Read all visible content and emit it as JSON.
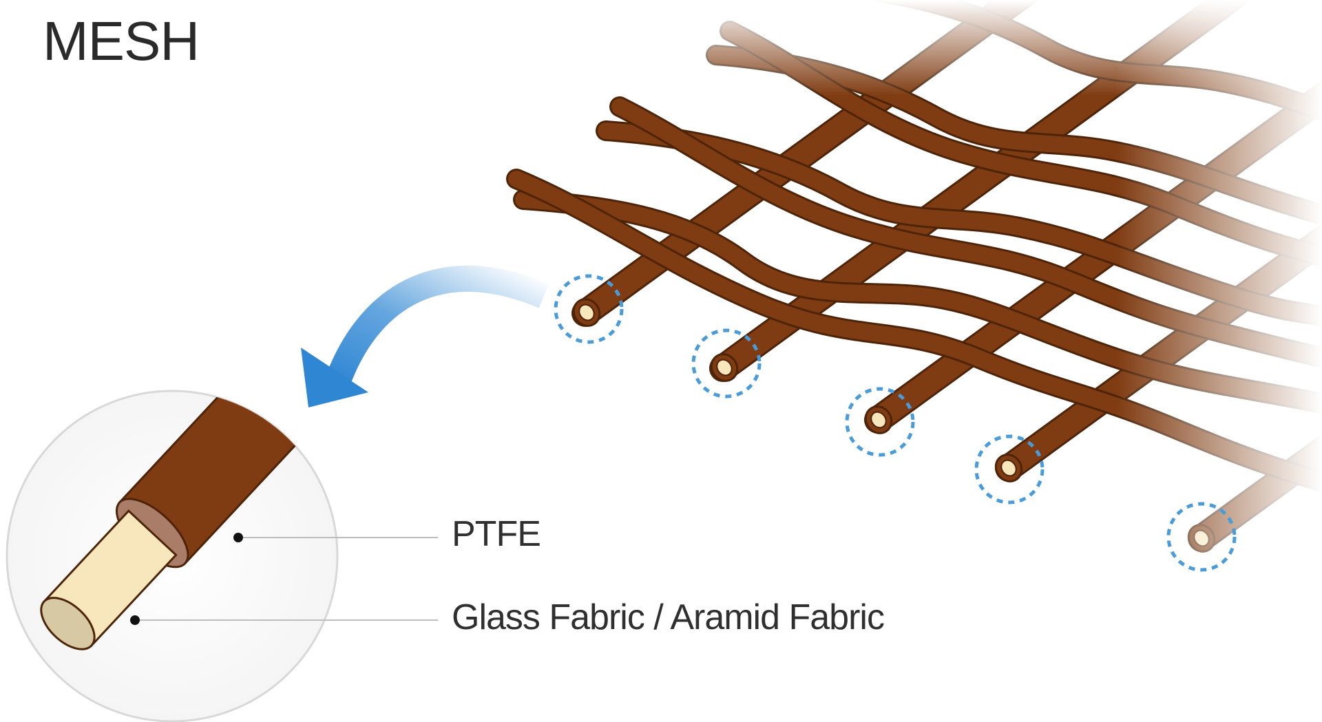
{
  "title": "MESH",
  "labels": {
    "coating": "PTFE",
    "core": "Glass Fabric / Aramid Fabric"
  },
  "colors": {
    "fiber": "#7f3b11",
    "fiber_outline": "#4d2408",
    "core": "#f8e7bd",
    "highlight": "#4a9bd9",
    "arrow": "#3d8fd6"
  }
}
